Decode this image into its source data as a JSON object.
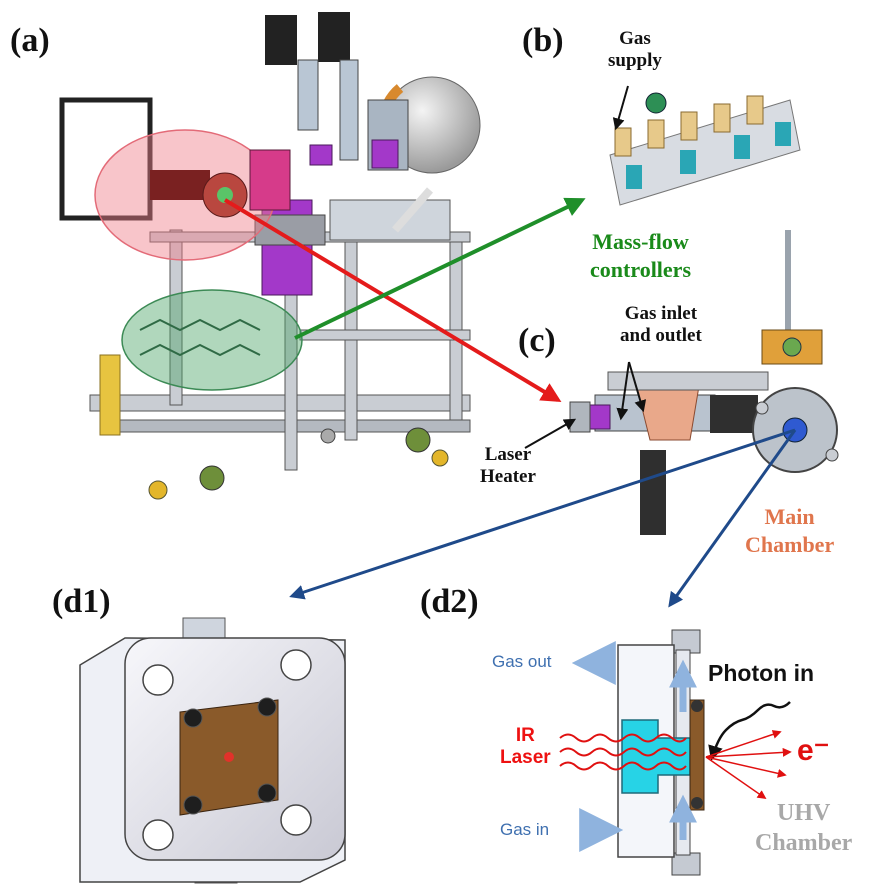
{
  "panels": {
    "a": {
      "label": "(a)"
    },
    "b": {
      "label": "(b)",
      "gas_supply": "Gas\nsupply",
      "mfc": "Mass-flow\ncontrollers"
    },
    "c": {
      "label": "(c)",
      "gas_inlet": "Gas inlet\nand outlet",
      "laser_heater": "Laser\nHeater",
      "main_chamber": "Main\nChamber"
    },
    "d1": {
      "label": "(d1)"
    },
    "d2": {
      "label": "(d2)",
      "gas_out": "Gas out",
      "gas_in": "Gas in",
      "ir_laser": "IR\nLaser",
      "photon_in": "Photon in",
      "electron": "e⁻",
      "uhv_chamber": "UHV\nChamber"
    }
  },
  "colors": {
    "green_label": "#1a8a1a",
    "orange_label": "#e0764d",
    "red_arrow": "#e41b1b",
    "green_arrow": "#1f8f2a",
    "blue_arrow": "#1f4a8a",
    "cyan_part": "#27d3e6",
    "bronze_plate": "#8a5a2a"
  }
}
